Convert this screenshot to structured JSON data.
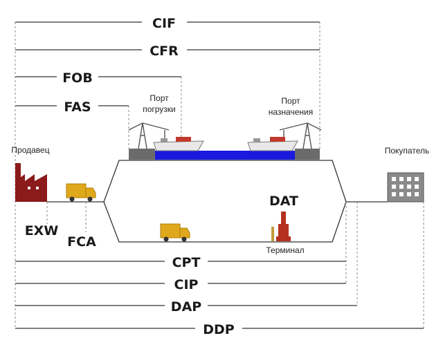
{
  "terms": {
    "cif": "CIF",
    "cfr": "CFR",
    "fob": "FOB",
    "fas": "FAS",
    "exw": "EXW",
    "fca": "FCA",
    "dat": "DAT",
    "cpt": "CPT",
    "cip": "CIP",
    "dap": "DAP",
    "ddp": "DDP"
  },
  "labels": {
    "seller": "Продавец",
    "buyer": "Покупатель",
    "port_loading_1": "Порт",
    "port_loading_2": "погрузки",
    "port_dest_1": "Порт",
    "port_dest_2": "назначения",
    "terminal": "Терминал"
  },
  "icons": {
    "factory": "factory-icon",
    "truck": "truck-icon",
    "ship": "ship-icon",
    "crane": "crane-icon",
    "building": "building-icon",
    "terminal": "terminal-tower-icon"
  },
  "colors": {
    "water": "#1a1adf",
    "dock": "#6b6b6b",
    "factory": "#8b1a1a",
    "truck": "#e0a91c",
    "ship_red": "#c0392b",
    "building": "#7d7d7d",
    "terminal": "#b5311e"
  }
}
